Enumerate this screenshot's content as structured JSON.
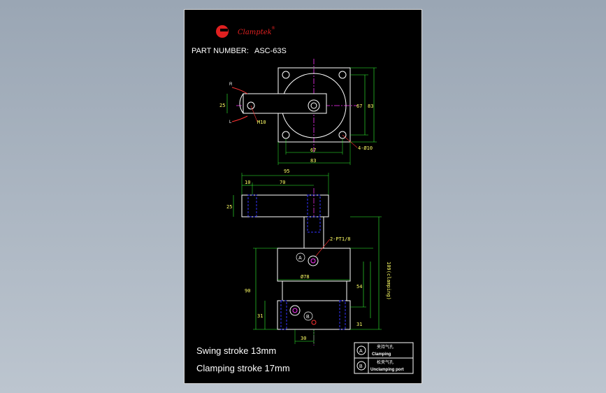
{
  "brand": {
    "name": "Clamptek",
    "registered": "®",
    "color": "#e02020"
  },
  "part_number": {
    "label": "PART NUMBER:",
    "value": "ASC-63S"
  },
  "top_view": {
    "rot_r": "R",
    "rot_l": "L",
    "arm_width": "25",
    "thread": "M10",
    "inner_height": "67",
    "outer_height": "83",
    "inner_width": "67",
    "outer_width": "83",
    "holes": "4-Ø10"
  },
  "side_view": {
    "overall": "95",
    "offset": "10",
    "arm_len": "70",
    "arm_thk": "25",
    "port": "2-PT1/8",
    "body_dia": "Ø78",
    "body_h": "54",
    "total_height": "109(clamping)",
    "height": "90",
    "base_thk": "31",
    "base_flange": "31",
    "base_width": "30"
  },
  "port_markers": {
    "a": "A",
    "b": "B"
  },
  "specs": {
    "swing": "Swing stroke 13mm",
    "clamping": "Clamping stroke 17mm"
  },
  "legend": [
    {
      "symbol": "A",
      "cn": "夹持气孔",
      "en": "Clamping"
    },
    {
      "symbol": "B",
      "cn": "松夹气孔",
      "en": "Unclamping port"
    }
  ],
  "colors": {
    "line": "#ffffff",
    "dim": "#ffff66",
    "center": "#ff33ff",
    "hidden": "#3333ff",
    "leader": "#ff3333",
    "extension": "#33ff33"
  }
}
